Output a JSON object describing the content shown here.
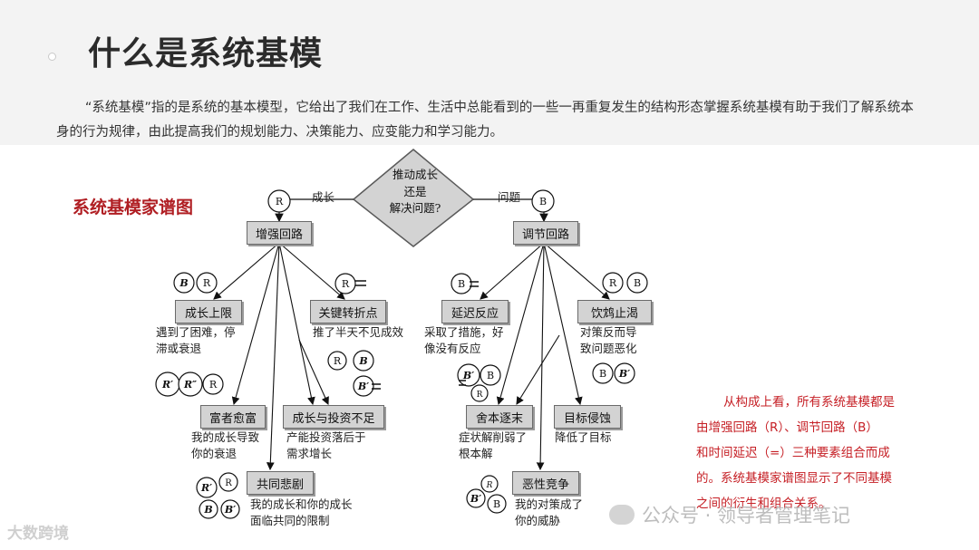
{
  "page": {
    "title": "什么是系统基模",
    "intro": "“系统基模”指的是系统的基本模型，它给出了我们在工作、生活中总能看到的一些一再重复发生的结构形态掌握系统基模有助于我们了解系统本身的行为规律，由此提高我们的规划能力、决策能力、应变能力和学习能力。",
    "family_title": "系统基模家谱图"
  },
  "diagram": {
    "root_lines": [
      "推动成长",
      "还是",
      "解决问题?"
    ],
    "left_branch_label": "成长",
    "right_branch_label": "问题",
    "reinforcing": "增强回路",
    "balancing": "调节回路",
    "nodes": {
      "limits": "成长上限",
      "limits_desc": [
        "遇到了困难，停",
        "滞或衰退"
      ],
      "tipping": "关键转折点",
      "tipping_desc": "推了半天不见成效",
      "success": "富者愈富",
      "success_desc": [
        "我的成长导致",
        "你的衰退"
      ],
      "underinvest": "成长与投资不足",
      "underinvest_desc": [
        "产能投资落后于",
        "需求增长"
      ],
      "commons": "共同悲剧",
      "commons_desc": [
        "我的成长和你的成长",
        "面临共同的限制"
      ],
      "delay": "延迟反应",
      "delay_desc": [
        "采取了措施，好",
        "像没有反应"
      ],
      "fixes": "饮鸩止渴",
      "fixes_desc": [
        "对策反而导",
        "致问题恶化"
      ],
      "shifting": "舍本逐末",
      "shifting_desc": [
        "症状解削弱了",
        "根本解"
      ],
      "erosion": "目标侵蚀",
      "erosion_desc": "降低了目标",
      "escalation": "恶性竞争",
      "escalation_desc": [
        "我的对策成了",
        "你的威胁"
      ]
    },
    "glyphs": {
      "R": "R",
      "B": "B",
      "Rp": "R′",
      "Rpp": "R″",
      "Bp": "B′",
      "delay": "="
    }
  },
  "note": {
    "line1": "从构成上看，所有系统基模都是",
    "line2": "由增强回路（R）、调节回路（B）",
    "line3": "和时间延迟（=）三种要素组合而成",
    "line4": "的。系统基模家谱图显示了不同基模",
    "line5": "之间的衍生和组合关系。"
  },
  "watermarks": {
    "right": "公众号 · 领导者管理笔记",
    "left": "大数跨境"
  },
  "colors": {
    "accent_red": "#b01e23",
    "note_red": "#c62026",
    "box_gray": "#d3d3d3",
    "band": "#f3f3f3"
  }
}
